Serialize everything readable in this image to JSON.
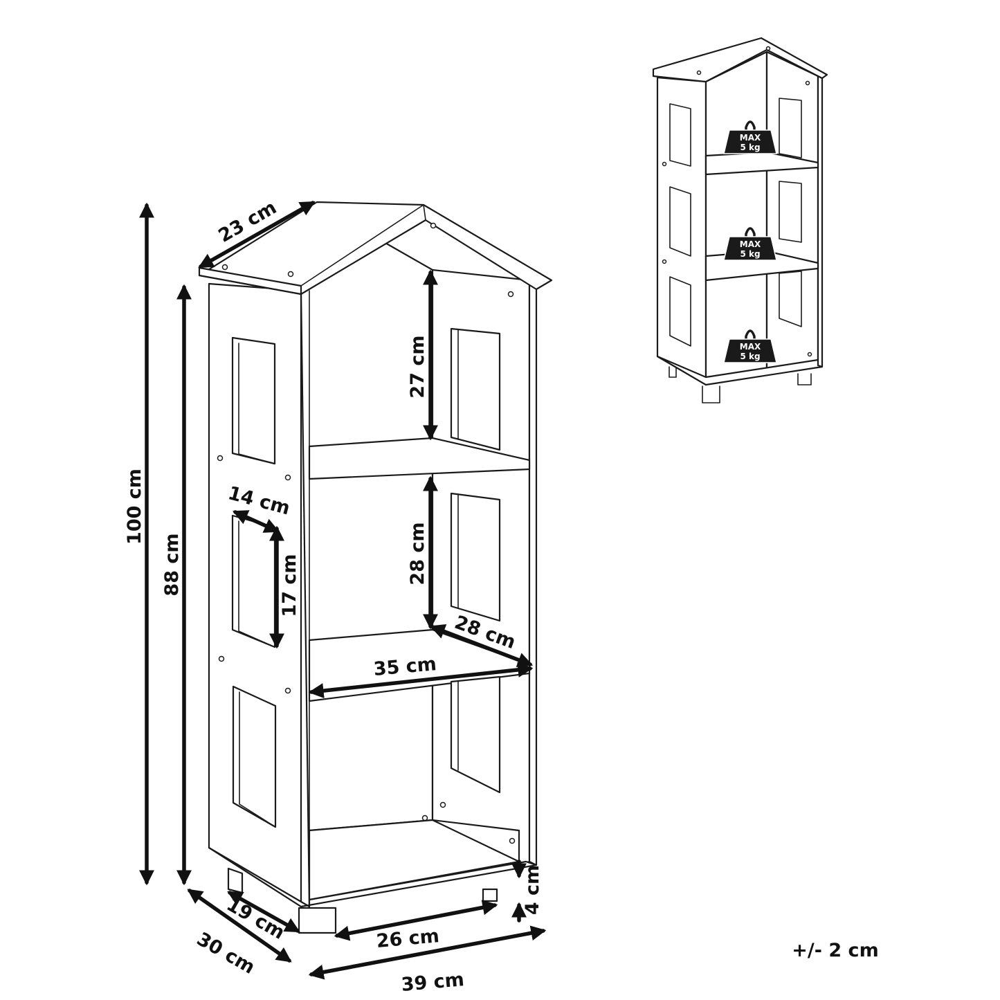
{
  "dimensions": {
    "roof_depth": "23 cm",
    "total_height": "100 cm",
    "body_height": "88 cm",
    "top_compartment": "27 cm",
    "middle_compartment": "28 cm",
    "window_width": "14 cm",
    "window_height": "17 cm",
    "shelf_depth": "28 cm",
    "shelf_width": "35 cm",
    "leg_height": "4 cm",
    "leg_depth": "19 cm",
    "total_depth": "30 cm",
    "leg_width": "26 cm",
    "total_width": "39 cm"
  },
  "weight_badges": [
    {
      "line1": "MAX",
      "line2": "5 kg"
    },
    {
      "line1": "MAX",
      "line2": "5 kg"
    },
    {
      "line1": "MAX",
      "line2": "5 kg"
    }
  ],
  "tolerance": "+/- 2 cm"
}
